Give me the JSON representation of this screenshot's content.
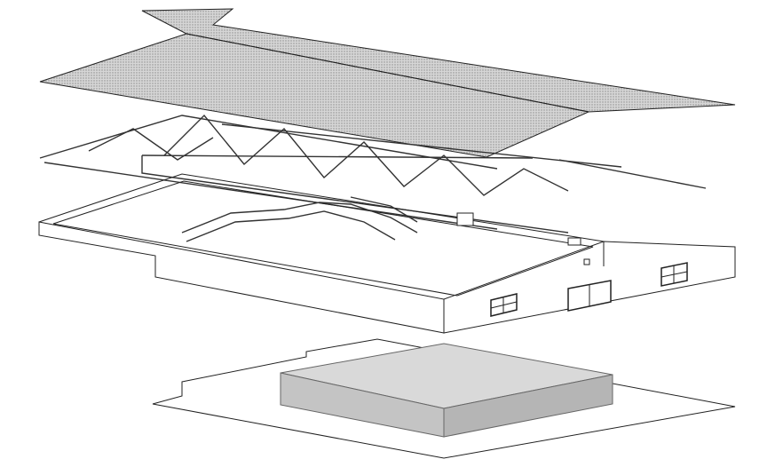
{
  "diagram": {
    "type": "exploded-axonometric-building",
    "layers": [
      "roof",
      "trusses",
      "walls",
      "foundation"
    ],
    "colors": {
      "roof_fill": "#bdbdbd",
      "roof_fill_back": "#cfcfcf",
      "line": "#222222",
      "wall_fill": "#ffffff",
      "slab_box_top": "#d9d9d9",
      "slab_box_side": "#bcbcbc",
      "background": "#ffffff"
    }
  }
}
